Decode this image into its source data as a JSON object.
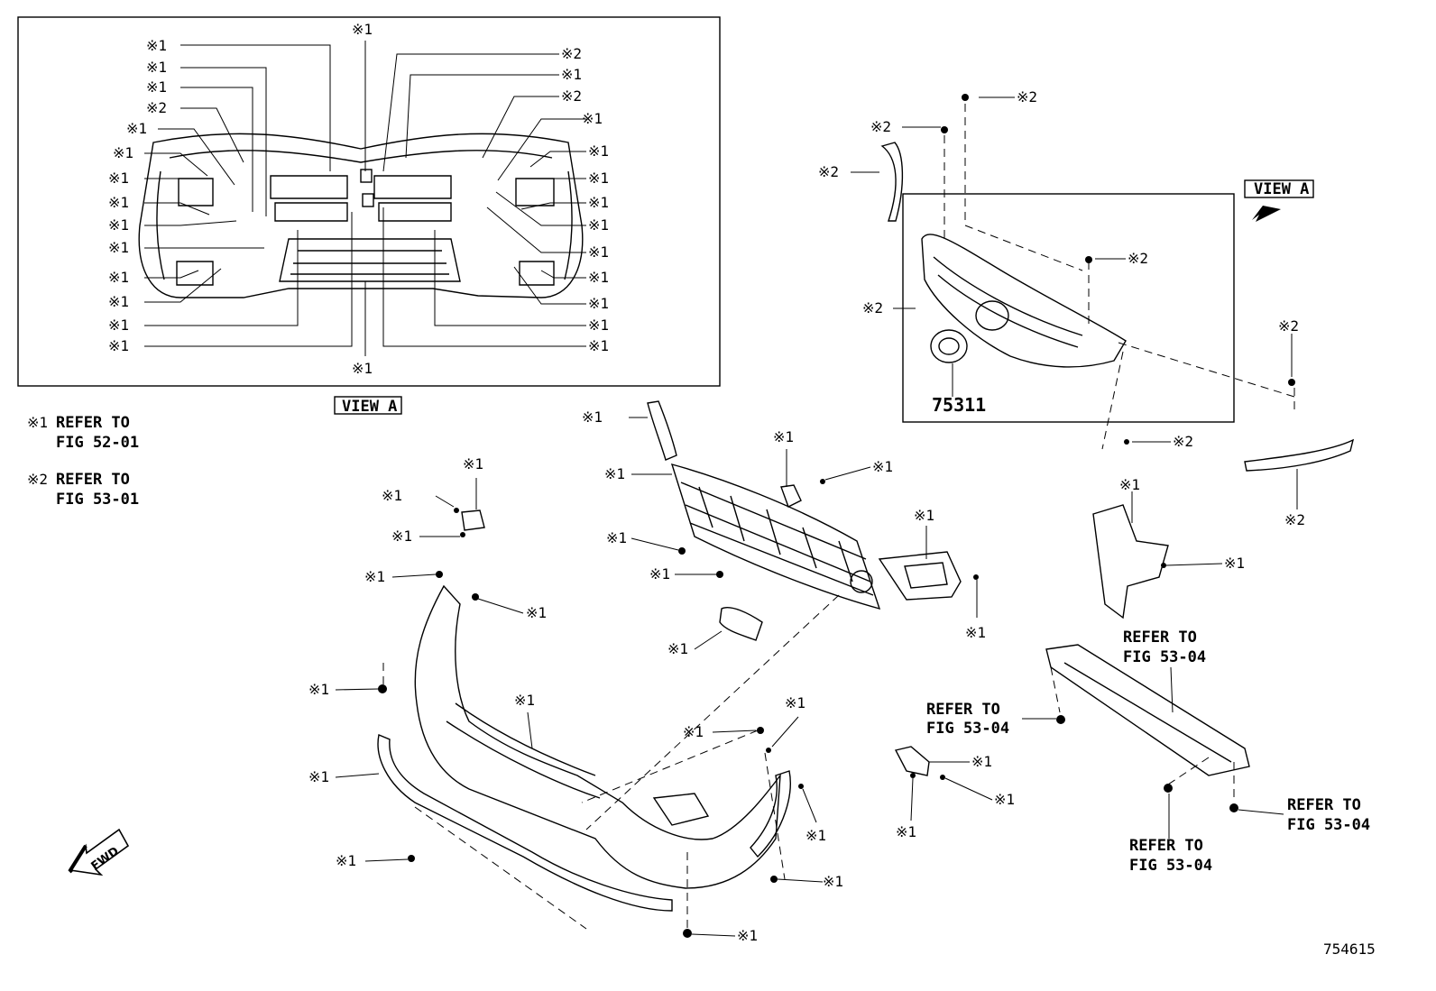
{
  "marks": {
    "ref1": "※1",
    "ref2": "※2"
  },
  "inset": {
    "view_label": "VIEW A"
  },
  "legend": {
    "ref1_line1": "REFER TO",
    "ref1_line2": "FIG 52-01",
    "ref2_line1": "REFER TO",
    "ref2_line2": "FIG 53-01"
  },
  "grille_box": {
    "view_label": "VIEW A",
    "part_number": "75311"
  },
  "refer_notes": [
    {
      "line1": "REFER TO",
      "line2": "FIG 53-04"
    },
    {
      "line1": "REFER TO",
      "line2": "FIG 53-04"
    },
    {
      "line1": "REFER TO",
      "line2": "FIG 53-04"
    },
    {
      "line1": "REFER TO",
      "line2": "FIG 53-04"
    }
  ],
  "fwd_label": "FWD",
  "illustration_id": "754615"
}
